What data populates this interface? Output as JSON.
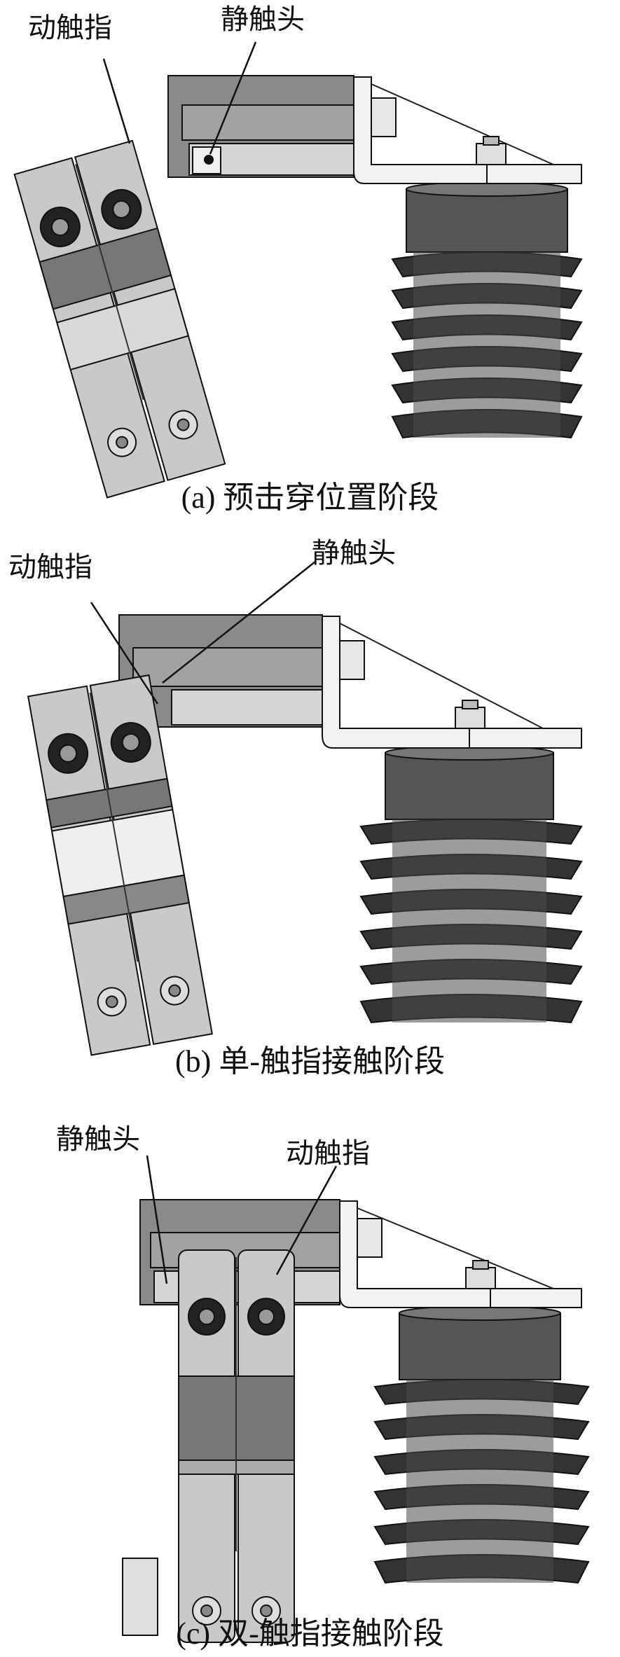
{
  "panels": [
    {
      "moving_finger_label": "动触指",
      "static_contact_label": "静触头",
      "caption": "(a)  预击穿位置阶段"
    },
    {
      "moving_finger_label": "动触指",
      "static_contact_label": "静触头",
      "caption": "(b)  单-触指接触阶段"
    },
    {
      "moving_finger_label": "动触指",
      "static_contact_label": "静触头",
      "caption": "(c)  双-触指接触阶段"
    }
  ],
  "colors": {
    "housing": "#8a8a8a",
    "housing_light": "#cfcfcf",
    "finger": "#c8c8c8",
    "finger_band": "#7a7a7a",
    "insulator": "#3c3c3c",
    "outline": "#111111"
  }
}
